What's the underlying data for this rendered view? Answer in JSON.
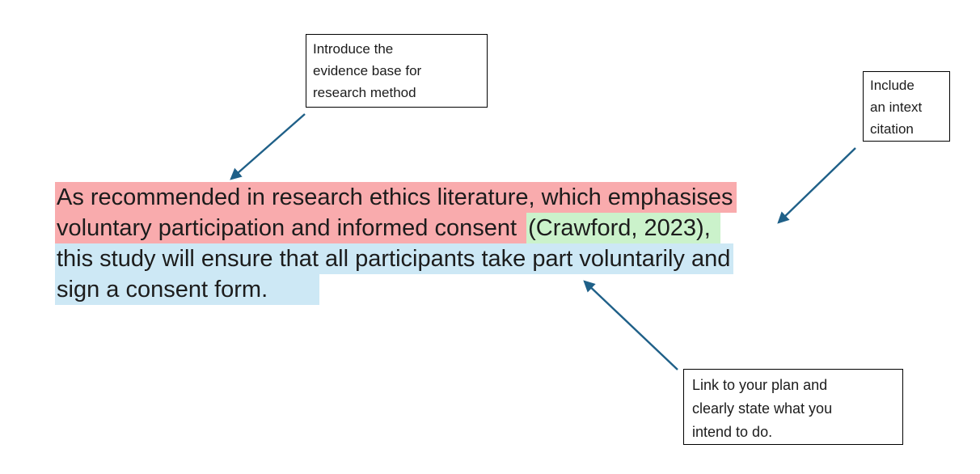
{
  "colors": {
    "highlight_red": "#F9ABAD",
    "highlight_green": "#CBF2CB",
    "highlight_blue": "#CDE8F5",
    "arrow": "#1F6088"
  },
  "callouts": {
    "evidence_base": {
      "text": "Introduce the\nevidence base for\nresearch method"
    },
    "intext_citation": {
      "text": "Include\nan intext\ncitation"
    },
    "link_plan": {
      "text": "Link to your plan and\nclearly state what you\nintend to do."
    }
  },
  "paragraph": {
    "full_text": "As recommended in research ethics literature, which emphasises voluntary participation and informed consent (Crawford, 2023), this study will ensure that all participants take part voluntarily and sign a consent form.",
    "lines": [
      {
        "segments": [
          {
            "text": "As recommended in research ethics literature, which emphasises",
            "highlight": "red"
          }
        ]
      },
      {
        "segments": [
          {
            "text": "voluntary participation and informed consent ",
            "highlight": "red"
          },
          {
            "text": "(Crawford, 2023), ",
            "highlight": "green"
          }
        ]
      },
      {
        "segments": [
          {
            "text": "this study will ensure that all participants take part voluntarily and",
            "highlight": "blue"
          }
        ]
      },
      {
        "segments": [
          {
            "text": "sign a consent form.",
            "highlight": "blue"
          }
        ]
      }
    ]
  }
}
